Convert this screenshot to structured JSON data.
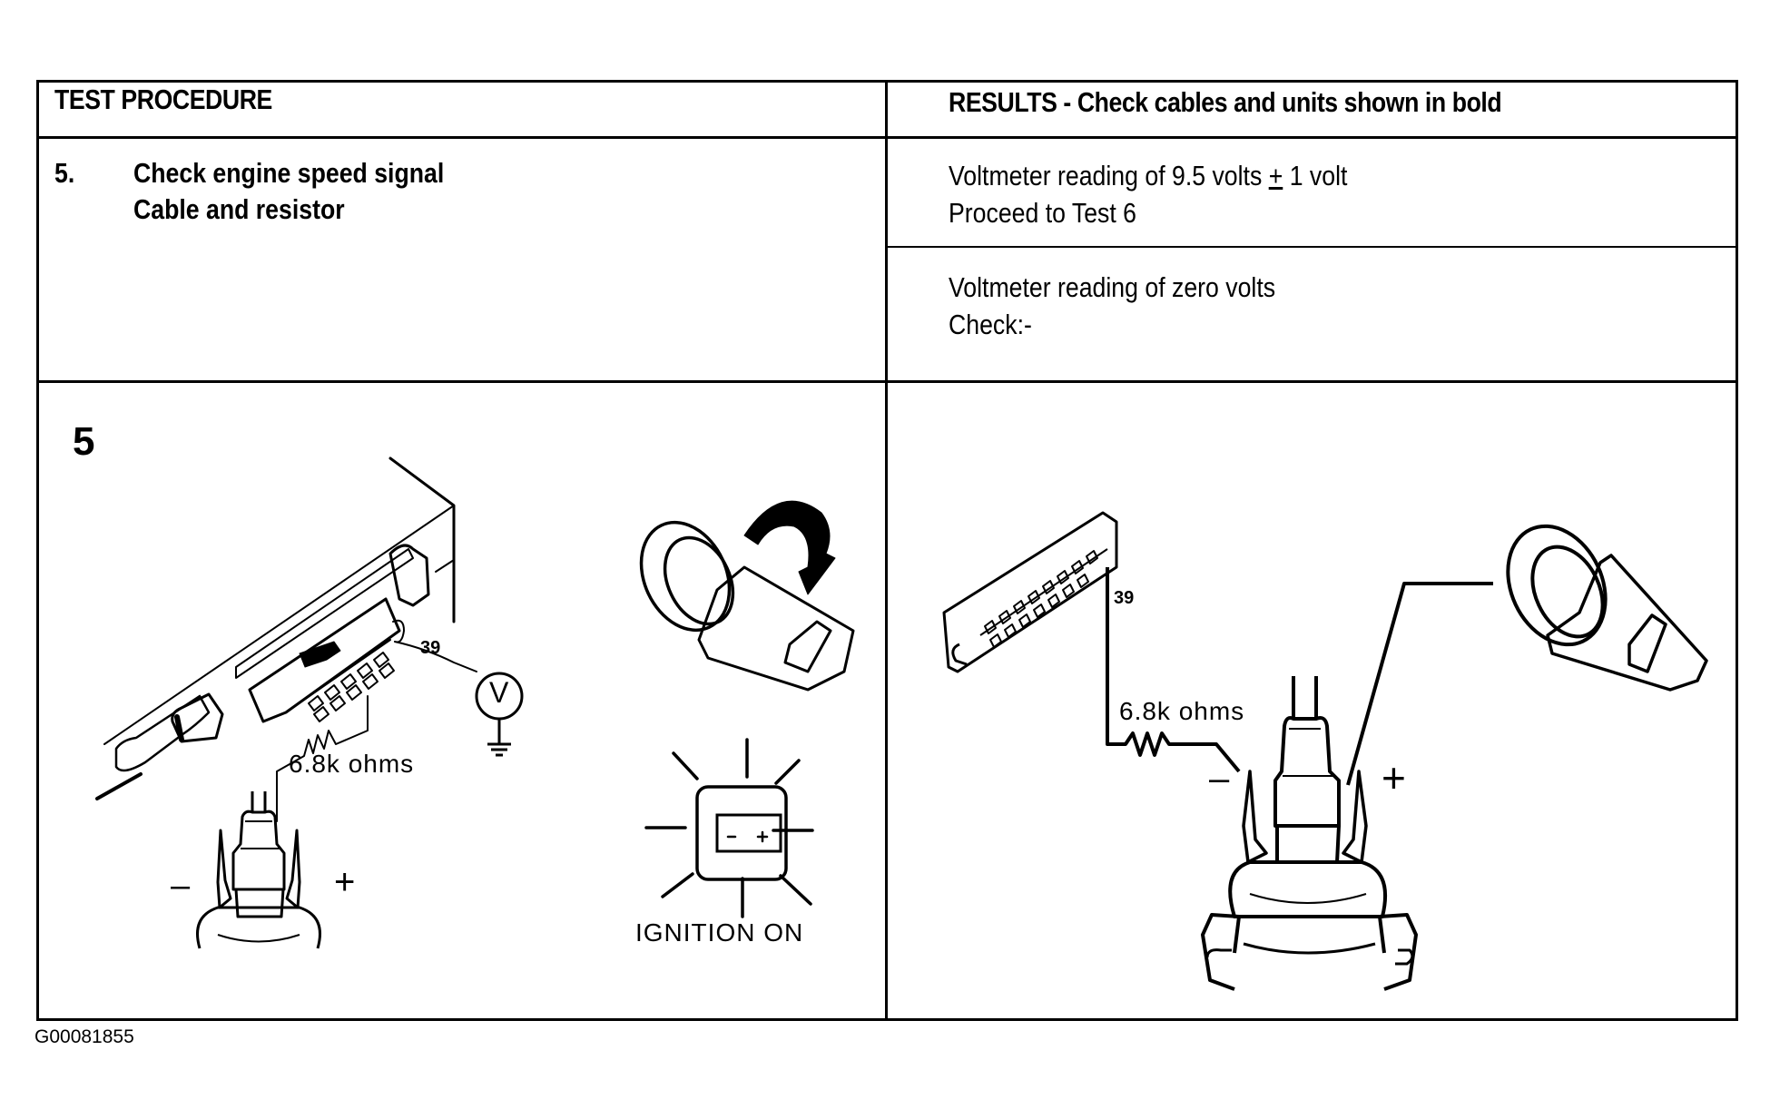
{
  "table": {
    "header_left": "TEST PROCEDURE",
    "header_right": "RESULTS - Check cables and units shown in bold",
    "procedure": {
      "step_number": "5.",
      "lines": [
        "Check engine speed signal",
        "Cable and resistor"
      ]
    },
    "results": [
      {
        "line1_prefix": "Voltmeter reading of 9.5 volts ",
        "line1_symbol": "+",
        "line1_suffix": " 1 volt",
        "line2": "Proceed to Test 6"
      },
      {
        "line1": "Voltmeter reading of zero volts",
        "line2": "Check:-"
      }
    ]
  },
  "figure_left": {
    "number": "5",
    "pin_label": "39",
    "resistor_label": "6.8k ohms",
    "meter_symbol": "V",
    "minus_symbol": "–",
    "plus_symbol": "+",
    "ignition_label": "IGNITION ON",
    "battery_minus": "–",
    "battery_plus": "+"
  },
  "figure_right": {
    "pin_label": "39",
    "resistor_label": "6.8k ohms",
    "minus_symbol": "–",
    "plus_symbol": "+"
  },
  "footer": {
    "figure_id": "G00081855"
  }
}
